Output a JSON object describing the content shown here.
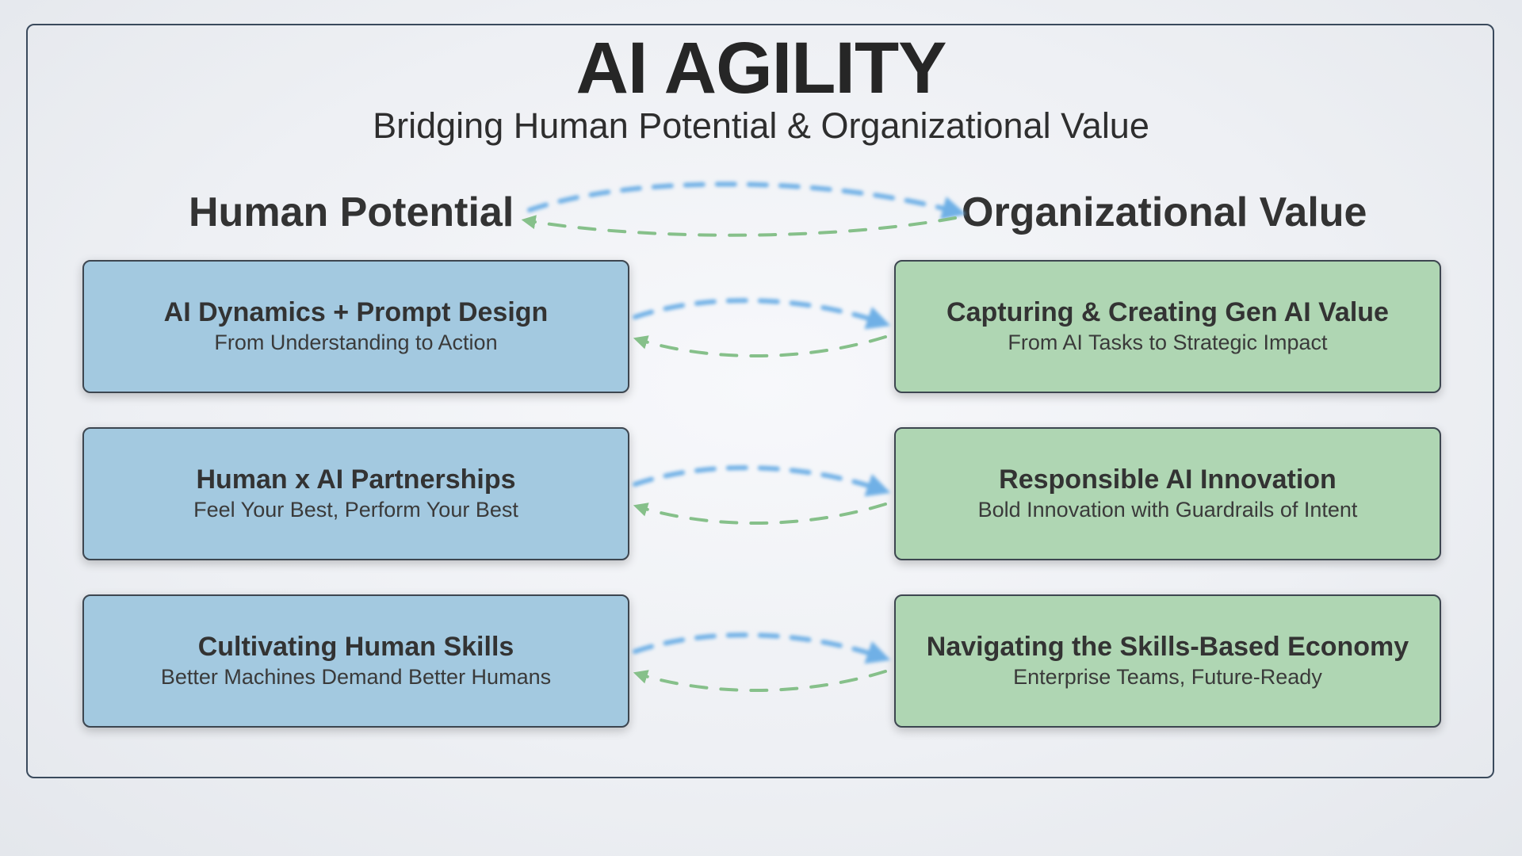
{
  "header": {
    "title": "AI AGILITY",
    "subtitle": "Bridging Human Potential & Organizational Value"
  },
  "columns": {
    "left": "Human Potential",
    "right": "Organizational Value"
  },
  "human_cards": [
    {
      "title": "AI Dynamics + Prompt Design",
      "subtitle": "From Understanding to Action"
    },
    {
      "title": "Human x AI Partnerships",
      "subtitle": "Feel Your Best, Perform Your Best"
    },
    {
      "title": "Cultivating Human Skills",
      "subtitle": "Better Machines Demand Better Humans"
    }
  ],
  "org_cards": [
    {
      "title": "Capturing & Creating Gen AI Value",
      "subtitle": "From AI Tasks to Strategic Impact"
    },
    {
      "title": "Responsible AI Innovation",
      "subtitle": "Bold Innovation with Guardrails of Intent"
    },
    {
      "title": "Navigating the Skills-Based Economy",
      "subtitle": "Enterprise Teams, Future-Ready"
    }
  ],
  "colors": {
    "human_fill": "#a3c9e0",
    "org_fill": "#afd6b3",
    "arrow_blue": "#6fb0e6",
    "arrow_green": "#86c08a",
    "text_dark": "#262626"
  }
}
